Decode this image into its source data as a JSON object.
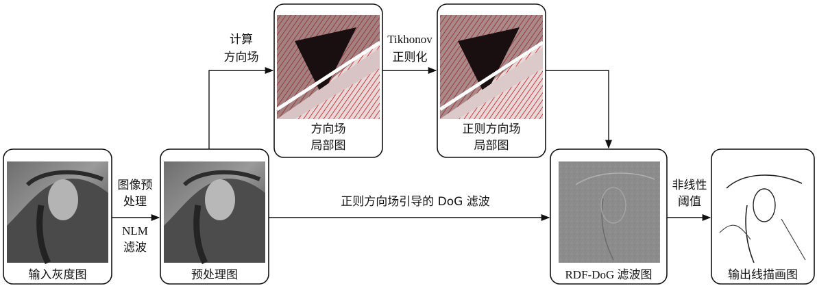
{
  "nodes": {
    "input": {
      "label": "输入灰度图"
    },
    "preprocessed": {
      "label": "预处理图"
    },
    "orientation_local": {
      "label_line1": "方向场",
      "label_line2": "局部图"
    },
    "regularized_local": {
      "label_line1": "正则方向场",
      "label_line2": "局部图"
    },
    "rdf_dog": {
      "label": "RDF-DoG 滤波图"
    },
    "output": {
      "label": "输出线描画图"
    }
  },
  "edges": {
    "preprocess": {
      "line1": "图像预",
      "line2": "处理",
      "line3": "NLM",
      "line4": "滤波"
    },
    "compute_field": {
      "line1": "计算",
      "line2": "方向场"
    },
    "tikhonov": {
      "line1": "Tikhonov",
      "line2": "正则化"
    },
    "guided_dog": {
      "label": "正则方向场引导的 DoG 滤波"
    },
    "nonlinear": {
      "line1": "非线性",
      "line2": "阈值"
    }
  },
  "colors": {
    "stroke": "#111111",
    "red_field": "#c4161c",
    "dark_region": "#1a0f10"
  }
}
